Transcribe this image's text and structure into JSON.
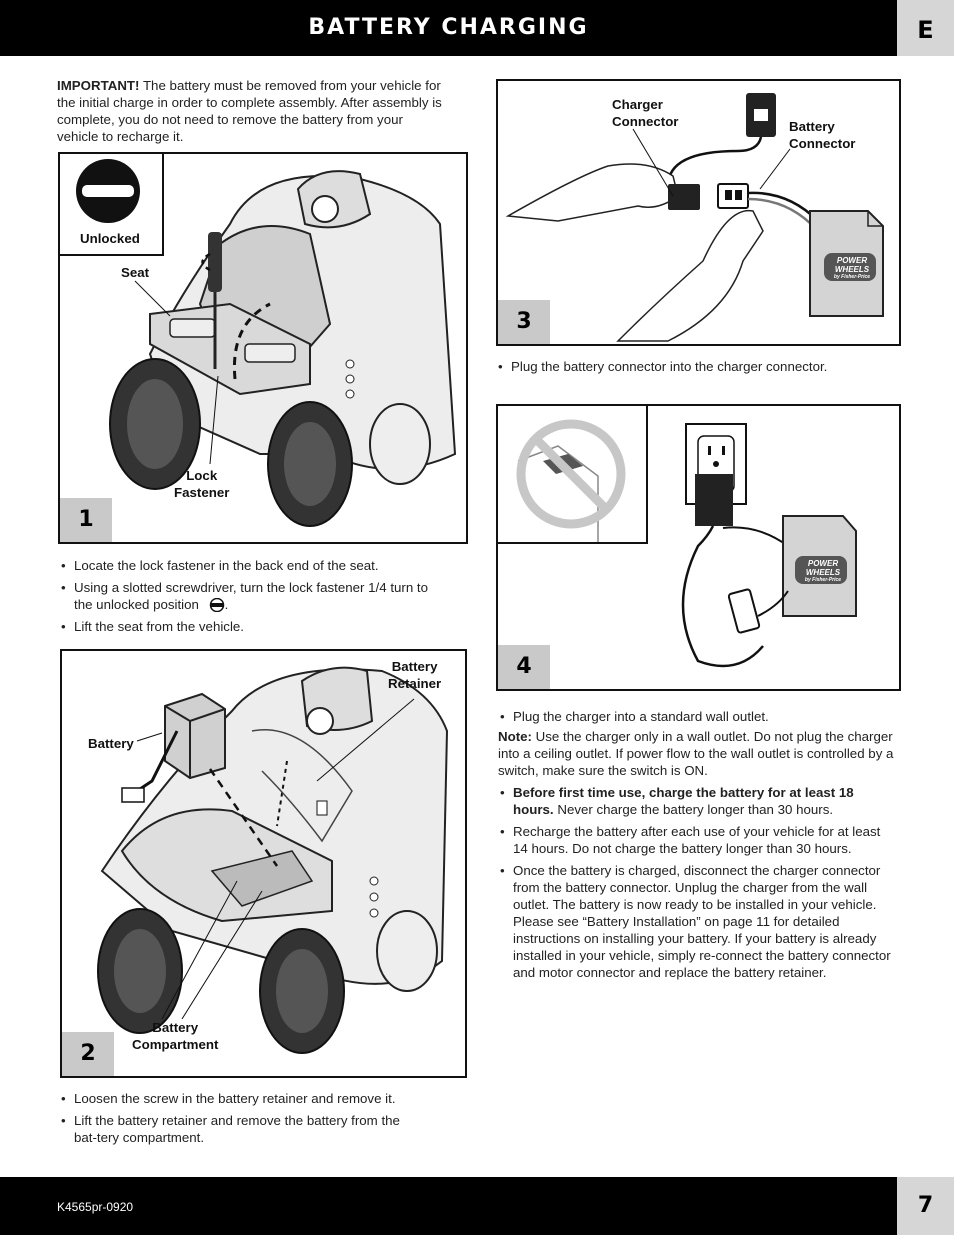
{
  "header": {
    "title": "BATTERY CHARGING",
    "language_tab": "E"
  },
  "intro": {
    "important_label": "IMPORTANT!",
    "text": " The battery must be removed from your vehicle for the initial charge in order to complete assembly. After assembly is complete, you do not need to remove the battery from your vehicle to recharge it."
  },
  "step1": {
    "number": "1",
    "inset_label": "Unlocked",
    "label_seat": "Seat",
    "label_lock_fastener_1": "Lock",
    "label_lock_fastener_2": "Fastener",
    "bullets": [
      "Locate the lock fastener in the back end of the seat.",
      "Using a slotted screwdriver, turn the lock fastener 1/4 turn to the unlocked position",
      "Lift the seat from the vehicle."
    ],
    "bullet2_suffix": "."
  },
  "step2": {
    "number": "2",
    "label_battery": "Battery",
    "label_retainer_1": "Battery",
    "label_retainer_2": "Retainer",
    "label_compartment_1": "Battery",
    "label_compartment_2": "Compartment",
    "bullets": [
      "Loosen the screw in the battery retainer and remove it.",
      "Lift the battery retainer and remove the battery from the bat-tery compartment."
    ]
  },
  "step3": {
    "number": "3",
    "label_charger_1": "Charger",
    "label_charger_2": "Connector",
    "label_battery_conn_1": "Battery",
    "label_battery_conn_2": "Connector",
    "brand_line1": "POWER",
    "brand_line2": "WHEELS",
    "brand_line3": "by Fisher-Price",
    "bullets": [
      "Plug the battery connector into the charger connector."
    ]
  },
  "step4": {
    "number": "4",
    "brand_line1": "POWER",
    "brand_line2": "WHEELS",
    "brand_line3": "by Fisher-Price",
    "bullet_outlet": "Plug the charger into a standard wall outlet.",
    "note_label": "Note:",
    "note_text": " Use the charger only in a wall outlet. Do not plug the charger into a ceiling outlet. If power flow to the wall outlet is controlled by a switch, make sure the switch is ON.",
    "bullets": [
      {
        "bold": "Before first time use, charge the battery for at least 18 hours.",
        "text": " Never charge the battery longer than 30 hours."
      },
      {
        "bold": "",
        "text": "Recharge the battery after each use of your vehicle for at least 14 hours. Do not charge the battery longer than 30 hours."
      },
      {
        "bold": "",
        "text": "Once the battery is charged, disconnect the charger connector from the battery connector. Unplug the charger from the wall outlet. The battery is now ready to be installed in your vehicle. Please see “Battery Installation” on page 11 for detailed instructions on installing your battery. If your battery is already installed in your vehicle, simply re-connect the battery connector and motor connector and replace the battery retainer."
      }
    ]
  },
  "footer": {
    "code": "K4565pr-0920",
    "page_number": "7"
  }
}
